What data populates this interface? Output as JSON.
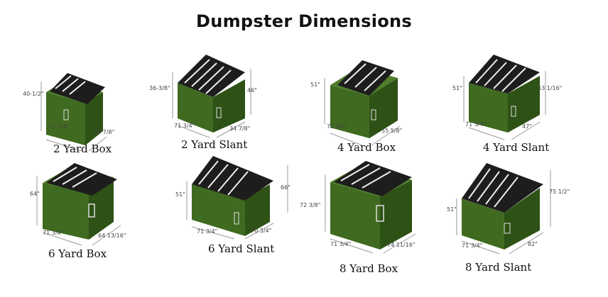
{
  "title": "Dumpster Dimensions",
  "colors": {
    "front": "#3f6a20",
    "side": "#2e5216",
    "top": "#4f7d2a",
    "lid": "#1d1d1d",
    "dimension_line": "#999999"
  },
  "dumpsters": [
    {
      "id": "2-yard-box",
      "caption": "2 Yard Box",
      "dims": {
        "height": "40-1/2\"",
        "width": "71 3/4\"",
        "depth": "37 7/8\""
      }
    },
    {
      "id": "2-yard-slant",
      "caption": "2 Yard Slant",
      "dims": {
        "height_front": "36-3/8\"",
        "height_back": "46\"",
        "width": "71 3/4\"",
        "depth": "34 7/8\""
      }
    },
    {
      "id": "4-yard-box",
      "caption": "4 Yard Box",
      "dims": {
        "height": "51\"",
        "width": "71 3/4\"",
        "depth": "55 5/8\""
      }
    },
    {
      "id": "4-yard-slant",
      "caption": "4 Yard Slant",
      "dims": {
        "height_front": "51\"",
        "height_back": "63 1/16\"",
        "width": "71 3/4\"",
        "depth": "47\""
      }
    },
    {
      "id": "6-yard-box",
      "caption": "6 Yard Box",
      "dims": {
        "height": "64\"",
        "width": "71 3/4\"",
        "depth": "64 13/16\""
      }
    },
    {
      "id": "6-yard-slant",
      "caption": "6 Yard Slant",
      "dims": {
        "height_front": "51\"",
        "height_back": "66\"",
        "width": "71 3/4\"",
        "depth": "70 3/4\""
      }
    },
    {
      "id": "8-yard-box",
      "caption": "8 Yard Box",
      "dims": {
        "height": "72 3/8\"",
        "width": "71 3/4\"",
        "depth": "74 11/16\""
      }
    },
    {
      "id": "8-yard-slant",
      "caption": "8 Yard Slant",
      "dims": {
        "height_front": "51\"",
        "height_back": "75 1/2\"",
        "width": "71 3/4\"",
        "depth": "82\""
      }
    }
  ]
}
